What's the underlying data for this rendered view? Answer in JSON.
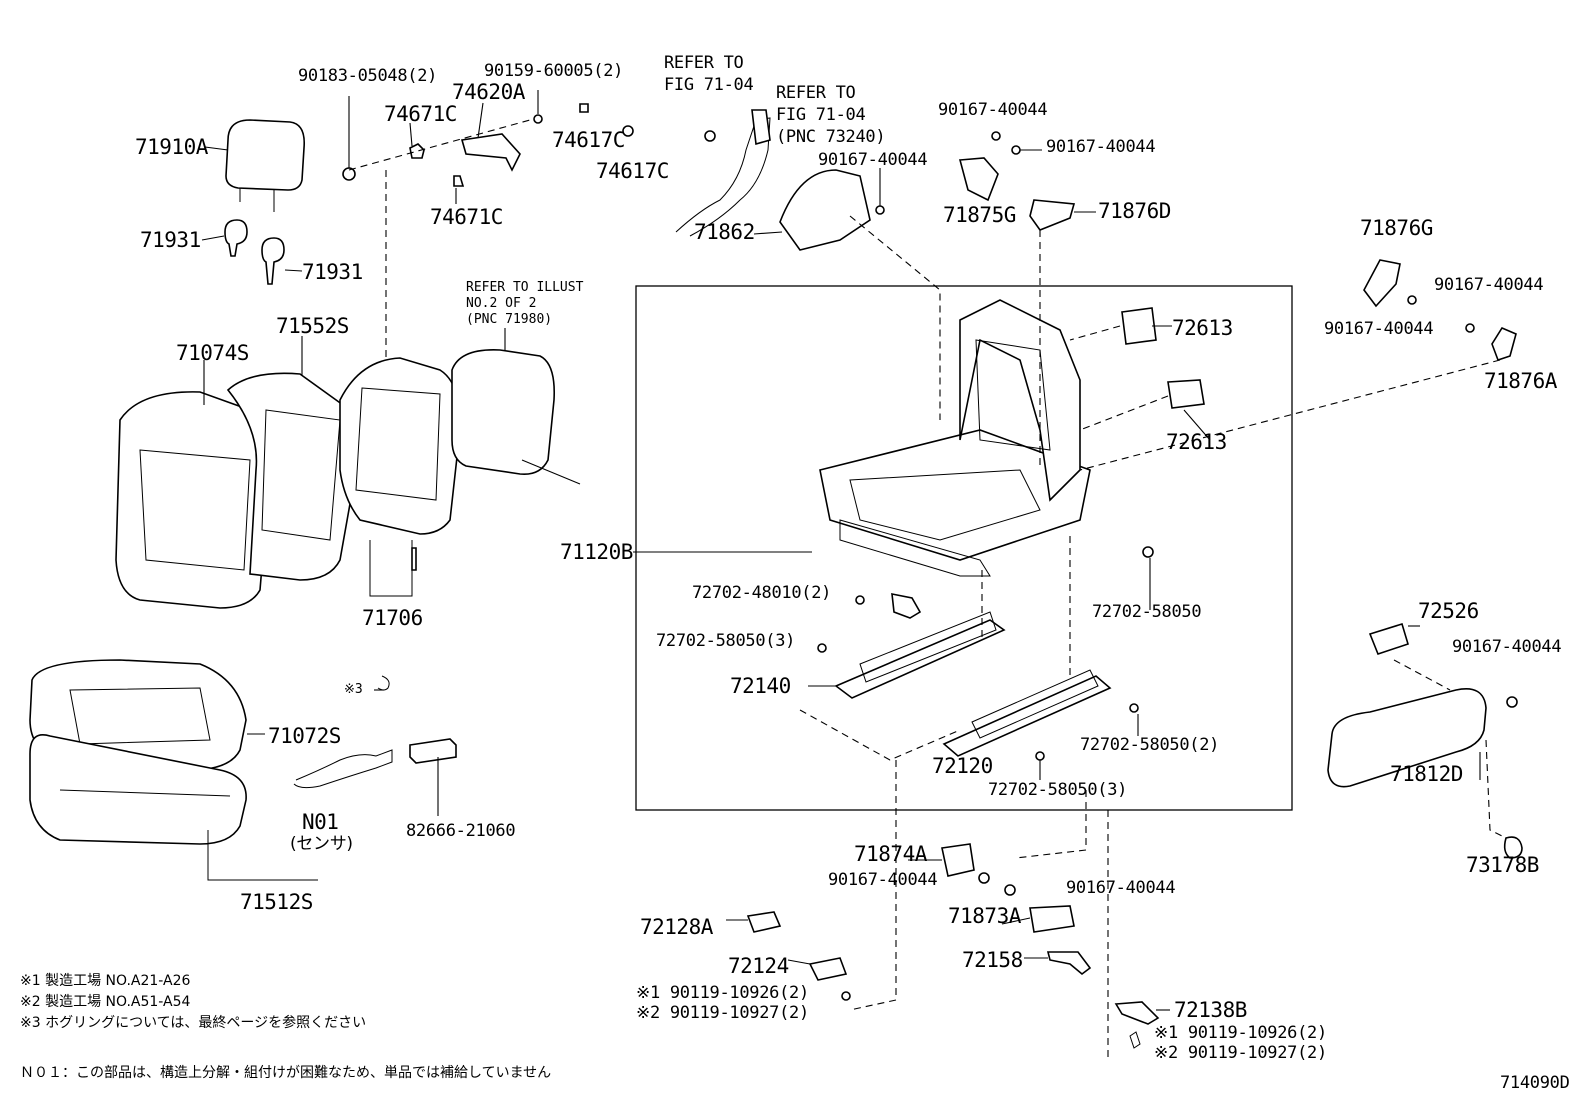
{
  "labels": {
    "p71910A": "71910A",
    "p71931a": "71931",
    "p71931b": "71931",
    "p90183": "90183-05048(2)",
    "p74620A": "74620A",
    "p90159": "90159-60005(2)",
    "p74671Ca": "74671C",
    "p74617Ca": "74617C",
    "p74617Cb": "74617C",
    "p74671Cb": "74671C",
    "refer1": "REFER TO",
    "refer1b": "FIG 71-04",
    "refer2": "REFER TO",
    "refer2b": "FIG 71-04",
    "refer2c": "(PNC 73240)",
    "p71862": "71862",
    "p90167a": "90167-40044",
    "p90167b": "90167-40044",
    "p90167c": "90167-40044",
    "p71875G": "71875G",
    "p71876D": "71876D",
    "p71876G": "71876G",
    "p90167d": "90167-40044",
    "p90167e": "90167-40044",
    "p71876A": "71876A",
    "p72613a": "72613",
    "p72613b": "72613",
    "illust1": "REFER TO ILLUST",
    "illust2": "NO.2 OF 2",
    "illust3": "(PNC 71980)",
    "p71074S": "71074S",
    "p71552S": "71552S",
    "p71706": "71706",
    "p71120B": "71120B",
    "p72702_48010": "72702-48010(2)",
    "p72702_58050a": "72702-58050(3)",
    "p72702_58050b": "72702-58050",
    "p72140": "72140",
    "p72120": "72120",
    "p72702_58050c": "72702-58050(2)",
    "p72702_58050d": "72702-58050(3)",
    "p72526": "72526",
    "p90167f": "90167-40044",
    "p71812D": "71812D",
    "p73178B": "73178B",
    "ref3": "※3",
    "p71072S": "71072S",
    "p71512S": "71512S",
    "pN01": "N01",
    "sensor": "(センサ)",
    "p82666": "82666-21060",
    "p71874A": "71874A",
    "p90167g": "90167-40044",
    "p90167h": "90167-40044",
    "p71873A": "71873A",
    "p72128A": "72128A",
    "p72124": "72124",
    "p90119a": "※1  90119-10926(2)",
    "p90119b": "※2  90119-10927(2)",
    "p72158": "72158",
    "p72138B": "72138B",
    "p90119c": "※1  90119-10926(2)",
    "p90119d": "※2  90119-10927(2)"
  },
  "notes": {
    "n1": "※1  製造工場  NO.A21-A26",
    "n2": "※2  製造工場  NO.A51-A54",
    "n3": "※3  ホグリングについては、最終ページを参照ください",
    "n4": "Ｎ０１：この部品は、構造上分解・組付けが困難なため、単品では補給していません"
  },
  "figure_id": "714090D"
}
